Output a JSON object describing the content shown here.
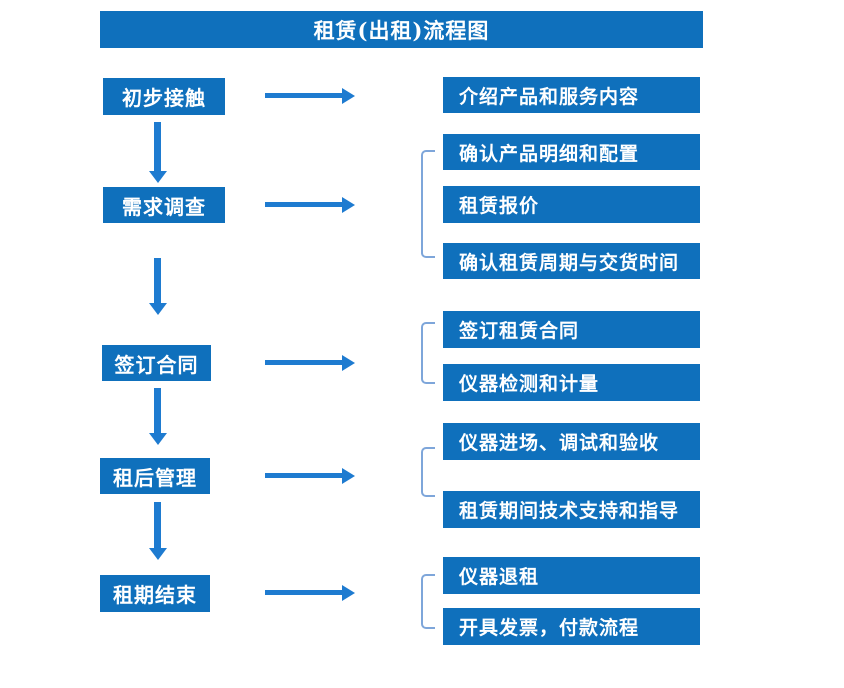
{
  "title": "租赁(出租)流程图",
  "colors": {
    "box": "#0f70bc",
    "arrow": "#1e7bd0",
    "bracket": "#7ea6da",
    "text": "#ffffff"
  },
  "steps": [
    {
      "label": "初步接触",
      "outputs": [
        "介绍产品和服务内容"
      ]
    },
    {
      "label": "需求调查",
      "outputs": [
        "确认产品明细和配置",
        "租赁报价",
        "确认租赁周期与交货时间"
      ]
    },
    {
      "label": "签订合同",
      "outputs": [
        "签订租赁合同",
        "仪器检测和计量"
      ]
    },
    {
      "label": "租后管理",
      "outputs": [
        "仪器进场、调试和验收",
        "租赁期间技术支持和指导"
      ]
    },
    {
      "label": "租期结束",
      "outputs": [
        "仪器退租",
        "开具发票，付款流程"
      ]
    }
  ]
}
